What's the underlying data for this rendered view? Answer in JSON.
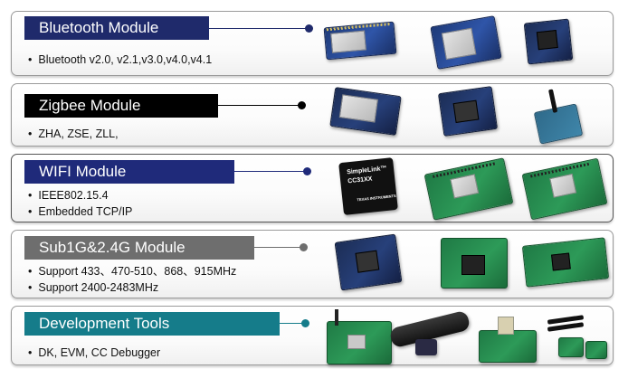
{
  "modules": [
    {
      "title": "Bluetooth Module",
      "title_color": "#1f2a6b",
      "dot_color": "#1f2a6b",
      "bullets": [
        "Bluetooth v2.0, v2.1,v3.0,v4.0,v4.1"
      ]
    },
    {
      "title": "Zigbee Module",
      "title_color": "#000000",
      "dot_color": "#000000",
      "bullets": [
        "ZHA, ZSE, ZLL,"
      ]
    },
    {
      "title": "WIFI Module",
      "title_color": "#1f2a7a",
      "dot_color": "#1f2a7a",
      "bullets": [
        "IEEE802.15.4",
        "Embedded TCP/IP"
      ],
      "chip_text": [
        "SimpleLink™",
        "CC31XX",
        "TEXAS INSTRUMENTS"
      ]
    },
    {
      "title": "Sub1G&2.4G Module",
      "title_color": "#6e6e6e",
      "dot_color": "#6e6e6e",
      "bullets": [
        "Support 433、470-510、868、915MHz",
        "Support 2400-2483MHz"
      ]
    },
    {
      "title": "Development  Tools",
      "title_color": "#157c8a",
      "dot_color": "#157c8a",
      "bullets": [
        "DK, EVM, CC Debugger"
      ]
    }
  ]
}
